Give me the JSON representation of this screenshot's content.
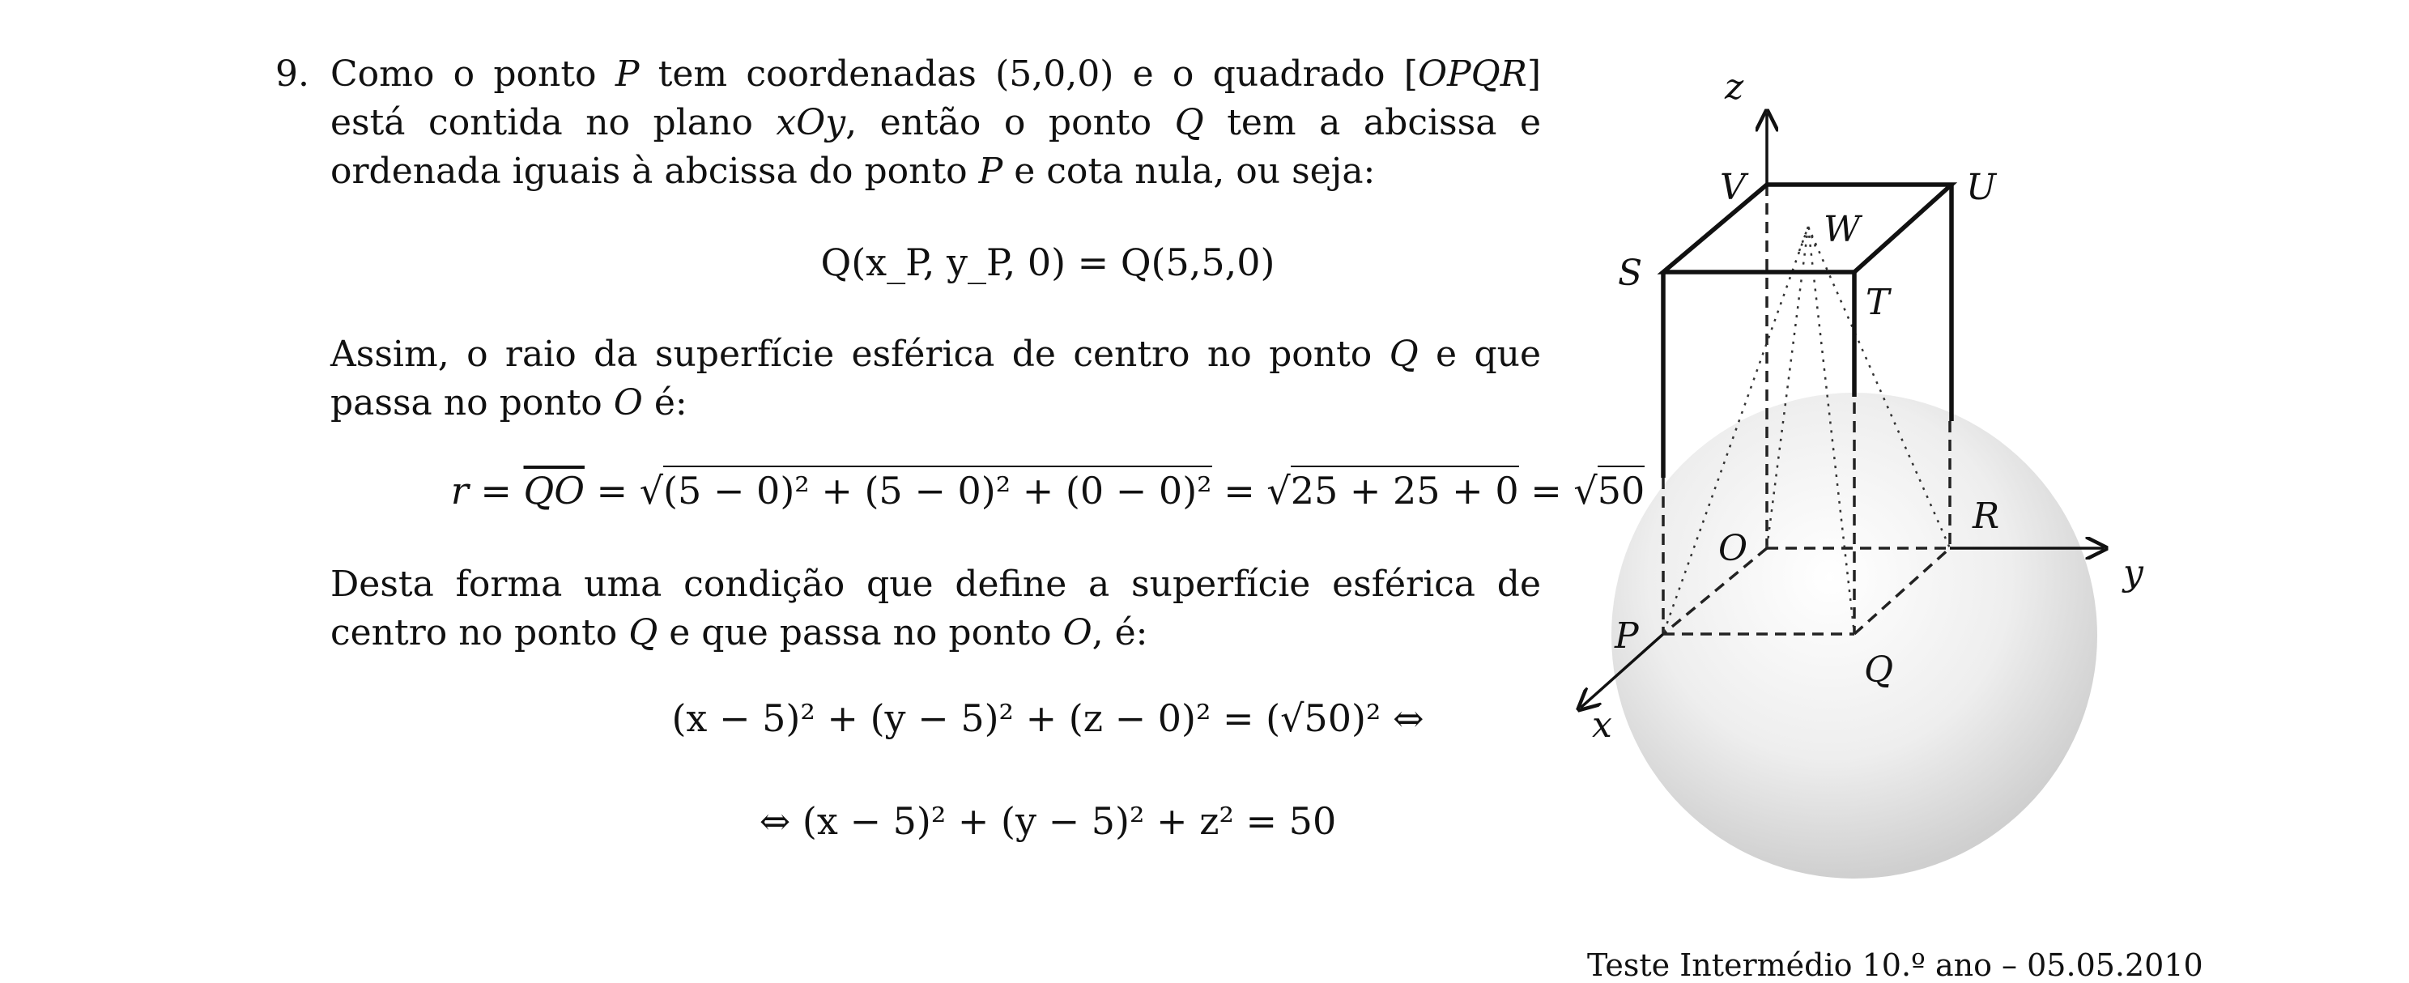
{
  "problem": {
    "number": "9.",
    "p1_a": "Como o ponto ",
    "p1_P": "P",
    "p1_b": " tem coordenadas (5,0,0) e o quadrado [",
    "p1_OPQR": "OPQR",
    "p1_c": "] está contida no plano ",
    "p1_xOy": "xOy",
    "p1_d": ", então o ponto ",
    "p1_Q": "Q",
    "p1_e": " tem a abcissa e ordenada iguais à abcissa do ponto ",
    "p1_P2": "P",
    "p1_f": " e cota nula, ou seja:",
    "eq1": "Q(x_P, y_P, 0) = Q(5,5,0)",
    "p2_a": "Assim, o raio da superfície esférica de centro no ponto ",
    "p2_Q": "Q",
    "p2_b": " e que passa no ponto ",
    "p2_O": "O",
    "p2_c": " é:",
    "eq2_a": "r = ",
    "eq2_QO": "QO",
    "eq2_b": " = √",
    "eq2_rad1": "(5 − 0)² + (5 − 0)² + (0 − 0)²",
    "eq2_c": " = √",
    "eq2_rad2": "25 + 25 + 0",
    "eq2_d": " = √",
    "eq2_rad3": "50",
    "p3_a": "Desta forma uma condição que define a superfície esférica de centro no ponto ",
    "p3_Q": "Q",
    "p3_b": " e que passa no ponto ",
    "p3_O": "O",
    "p3_c": ", é:",
    "eq3": "(x − 5)² + (y − 5)² + (z − 0)² = (√50)²  ⇔",
    "eq4": "⇔  (x − 5)² + (y − 5)² + z² = 50"
  },
  "figure": {
    "labels": {
      "z": "z",
      "y": "y",
      "x": "x",
      "V": "V",
      "U": "U",
      "W": "W",
      "S": "S",
      "T": "T",
      "O": "O",
      "R": "R",
      "P": "P",
      "Q": "Q"
    }
  },
  "footer": {
    "text": "Teste Intermédio 10.º ano – 05.05.2010"
  }
}
